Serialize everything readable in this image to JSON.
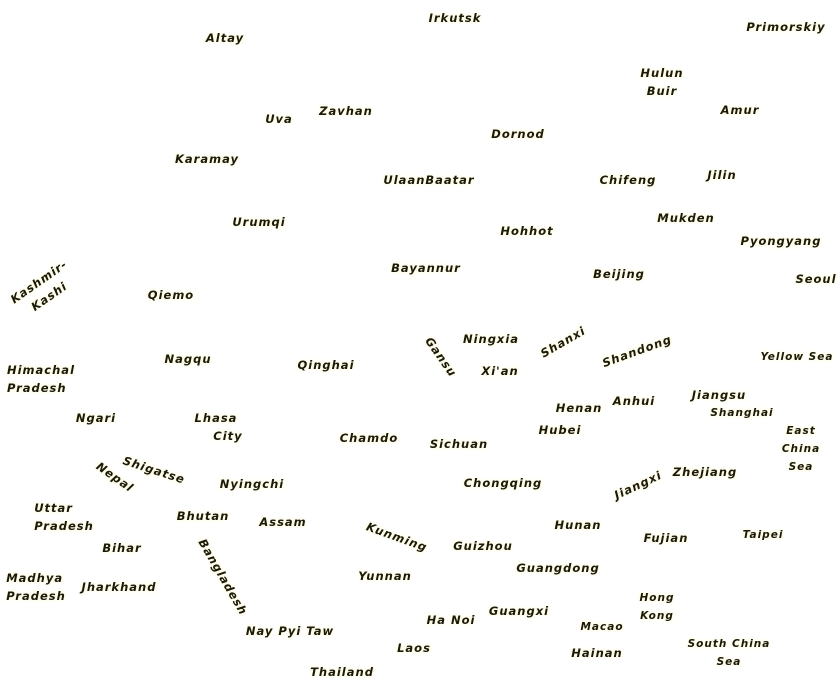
{
  "map": {
    "labels": {
      "irkutsk": "Irkutsk",
      "altay": "Altay",
      "primorskiy": "Primorskiy",
      "hulun_buir": [
        "Hulun",
        "Buir"
      ],
      "amur": "Amur",
      "uva": "Uva",
      "zavhan": "Zavhan",
      "dornod": "Dornod",
      "karamay": "Karamay",
      "ulaanbaatar": "UlaanBaatar",
      "chifeng": "Chifeng",
      "jilin": "Jilin",
      "urumqi": "Urumqi",
      "mukden": "Mukden",
      "hohhot": "Hohhot",
      "pyongyang": "Pyongyang",
      "kashmir_kashi": [
        "Kashmir-",
        "Kashi"
      ],
      "bayannur": "Bayannur",
      "beijing": "Beijing",
      "seoul": "Seoul",
      "qiemo": "Qiemo",
      "ningxia": "Ningxia",
      "gansu": "Gansu",
      "shanxi": "Shanxi",
      "shandong": "Shandong",
      "himachal_pradesh": [
        "Himachal",
        "Pradesh"
      ],
      "nagqu": "Nagqu",
      "qinghai": "Qinghai",
      "xian": "Xi'an",
      "yellow_sea": "Yellow Sea",
      "jiangsu": "Jiangsu",
      "anhui": "Anhui",
      "henan": "Henan",
      "shanghai": "Shanghai",
      "ngari": "Ngari",
      "lhasa_city": [
        "Lhasa",
        "City"
      ],
      "east_china_sea": [
        "East",
        "China",
        "Sea"
      ],
      "hubei": "Hubei",
      "chamdo": "Chamdo",
      "sichuan": "Sichuan",
      "shigatse": "Shigatse",
      "nepal": "Nepal",
      "nyingchi": "Nyingchi",
      "chongqing": "Chongqing",
      "jiangxi": "Jiangxi",
      "zhejiang": "Zhejiang",
      "uttar_pradesh": [
        "Uttar",
        "Pradesh"
      ],
      "bhutan": "Bhutan",
      "assam": "Assam",
      "kunming": "Kunming",
      "hunan": "Hunan",
      "fujian": "Fujian",
      "taipei": "Taipei",
      "bihar": "Bihar",
      "guizhou": "Guizhou",
      "bangladesh": "Bangladesh",
      "guangdong": "Guangdong",
      "yunnan": "Yunnan",
      "madhya_pradesh": [
        "Madhya",
        "Pradesh"
      ],
      "jharkhand": "Jharkhand",
      "hong_kong": [
        "Hong",
        "Kong"
      ],
      "ha_noi": "Ha Noi",
      "guangxi": "Guangxi",
      "nay_pyi_taw": "Nay Pyi Taw",
      "macao": "Macao",
      "laos": "Laos",
      "hainan": "Hainan",
      "south_china_sea": [
        "South China",
        "Sea"
      ],
      "thailand": "Thailand"
    }
  }
}
